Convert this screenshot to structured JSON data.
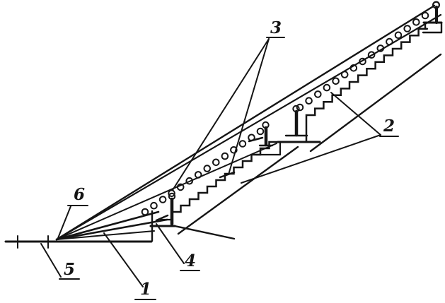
{
  "figure": {
    "description": "Perspective line drawing of a two-flight inclined stairway with roller chain, stanchion posts, handrail lines, ground line and numbered callouts",
    "colors": {
      "ink": "#151515",
      "background": "#ffffff"
    },
    "callouts": [
      {
        "id": "callout-1",
        "label": "1"
      },
      {
        "id": "callout-2",
        "label": "2"
      },
      {
        "id": "callout-3",
        "label": "3"
      },
      {
        "id": "callout-4",
        "label": "4"
      },
      {
        "id": "callout-5",
        "label": "5"
      },
      {
        "id": "callout-6",
        "label": "6"
      }
    ]
  }
}
